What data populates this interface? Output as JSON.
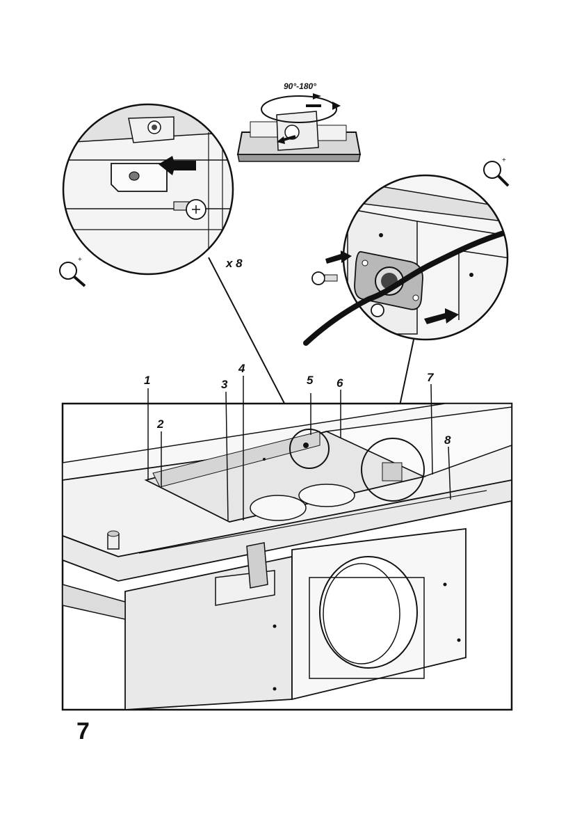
{
  "diagram": {
    "rotation_label": "90°-180°",
    "quantity_label": "x 8",
    "callouts": [
      "1",
      "2",
      "3",
      "4",
      "5",
      "6",
      "7",
      "8"
    ],
    "zoom_icon": "magnifier-plus-icon"
  },
  "page": {
    "figure_number": "7"
  },
  "colors": {
    "line": "#111111",
    "panel": "#ebebeb",
    "panel_dark": "#cfcfcf",
    "background": "#ffffff"
  }
}
